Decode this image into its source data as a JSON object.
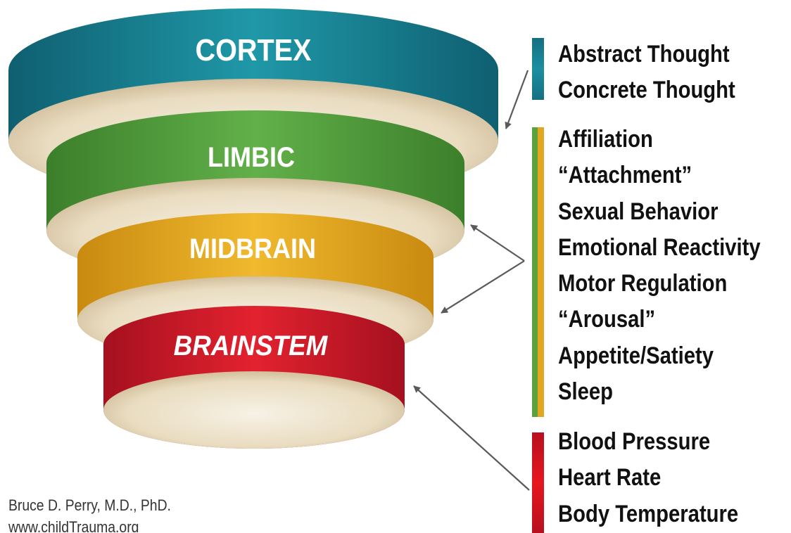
{
  "tiers": {
    "cortex": {
      "label": "CORTEX",
      "color": "#1a7b8f"
    },
    "limbic": {
      "label": "LIMBIC",
      "color": "#4f9a39"
    },
    "midbrain": {
      "label": "MIDBRAIN",
      "color": "#e0a21c"
    },
    "brainstem": {
      "label": "BRAINSTEM",
      "color": "#c8182a"
    }
  },
  "functions": {
    "cortex": [
      "Abstract Thought",
      "Concrete Thought"
    ],
    "limbic_midbrain": [
      "Affiliation",
      "“Attachment”",
      "Sexual Behavior",
      "Emotional Reactivity",
      "Motor Regulation",
      "“Arousal”",
      "Appetite/Satiety",
      "Sleep"
    ],
    "brainstem": [
      "Blood Pressure",
      "Heart Rate",
      "Body Temperature"
    ]
  },
  "credit": {
    "author": "Bruce D. Perry, M.D., PhD.",
    "website": "www.childTrauma.org"
  }
}
